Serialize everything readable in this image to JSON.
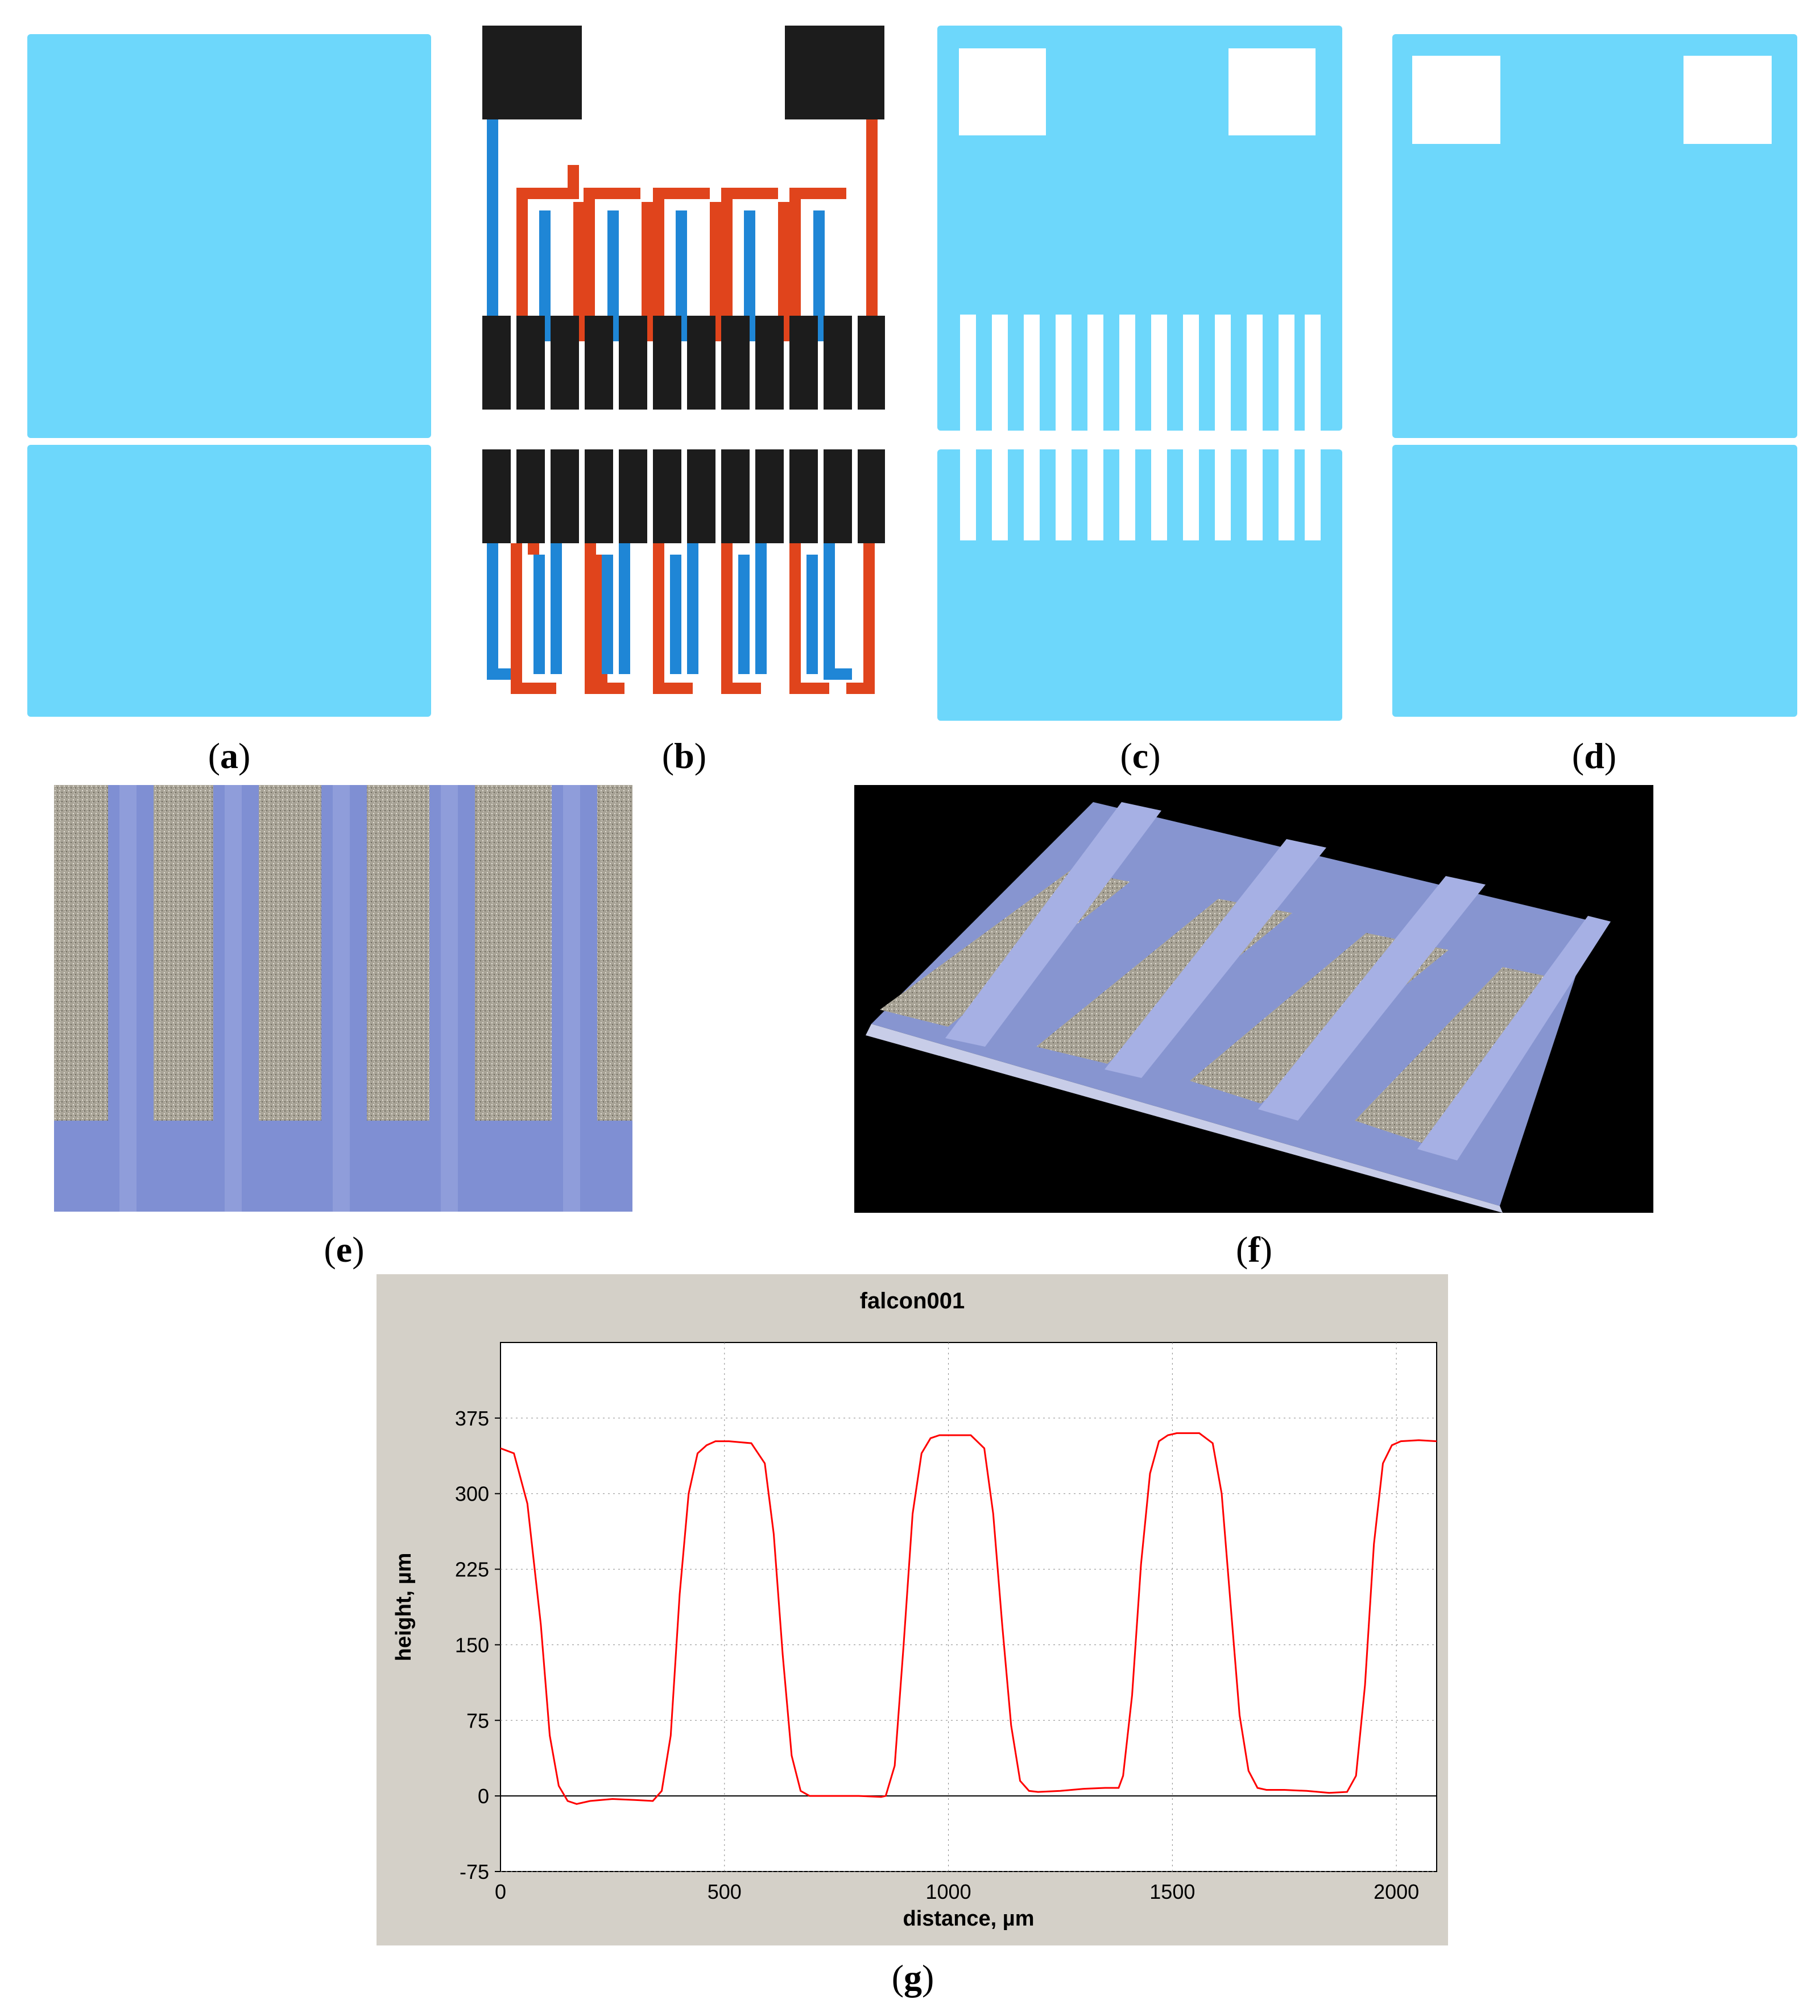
{
  "captions": {
    "a": "a",
    "b": "b",
    "c": "c",
    "d": "d",
    "e": "e",
    "f": "f",
    "g": "g"
  },
  "colors": {
    "mask_blue": "#6dd7fb",
    "electrode_red": "#e0441c",
    "electrode_blue": "#1f86d6",
    "pad_black": "#1c1c1c",
    "coating_blue": "#8a98d8",
    "substrate_gray": "#b8b4a8",
    "plot_frame": "#d4d0c8",
    "plot_line": "#ff0000"
  },
  "chart_data": {
    "type": "line",
    "title": "falcon001",
    "xlabel": "distance, µm",
    "ylabel": "height, µm",
    "xlim": [
      0,
      2090
    ],
    "ylim": [
      -75,
      450
    ],
    "x_ticks": [
      0,
      500,
      1000,
      1500,
      2000
    ],
    "y_ticks": [
      -75,
      0,
      75,
      150,
      225,
      300,
      375
    ],
    "grid": true,
    "series": [
      {
        "color": "#ff0000",
        "x": [
          0,
          30,
          60,
          90,
          110,
          130,
          150,
          170,
          200,
          250,
          300,
          340,
          360,
          380,
          400,
          420,
          440,
          460,
          480,
          510,
          560,
          590,
          610,
          630,
          650,
          670,
          690,
          750,
          800,
          850,
          860,
          880,
          900,
          920,
          940,
          960,
          980,
          1000,
          1050,
          1080,
          1100,
          1120,
          1140,
          1160,
          1180,
          1200,
          1250,
          1300,
          1350,
          1380,
          1390,
          1410,
          1430,
          1450,
          1470,
          1490,
          1510,
          1560,
          1590,
          1610,
          1630,
          1650,
          1670,
          1690,
          1710,
          1750,
          1800,
          1850,
          1890,
          1910,
          1930,
          1950,
          1970,
          1990,
          2010,
          2050,
          2090
        ],
        "y": [
          345,
          340,
          290,
          170,
          60,
          10,
          -5,
          -8,
          -5,
          -3,
          -4,
          -5,
          5,
          60,
          200,
          300,
          340,
          348,
          352,
          352,
          350,
          330,
          260,
          140,
          40,
          5,
          0,
          0,
          0,
          -1,
          0,
          30,
          150,
          280,
          340,
          355,
          358,
          358,
          358,
          345,
          280,
          170,
          70,
          15,
          5,
          4,
          5,
          7,
          8,
          8,
          20,
          100,
          230,
          320,
          352,
          358,
          360,
          360,
          350,
          300,
          190,
          80,
          25,
          8,
          6,
          6,
          5,
          3,
          4,
          20,
          110,
          250,
          330,
          348,
          352,
          353,
          352
        ]
      }
    ]
  }
}
